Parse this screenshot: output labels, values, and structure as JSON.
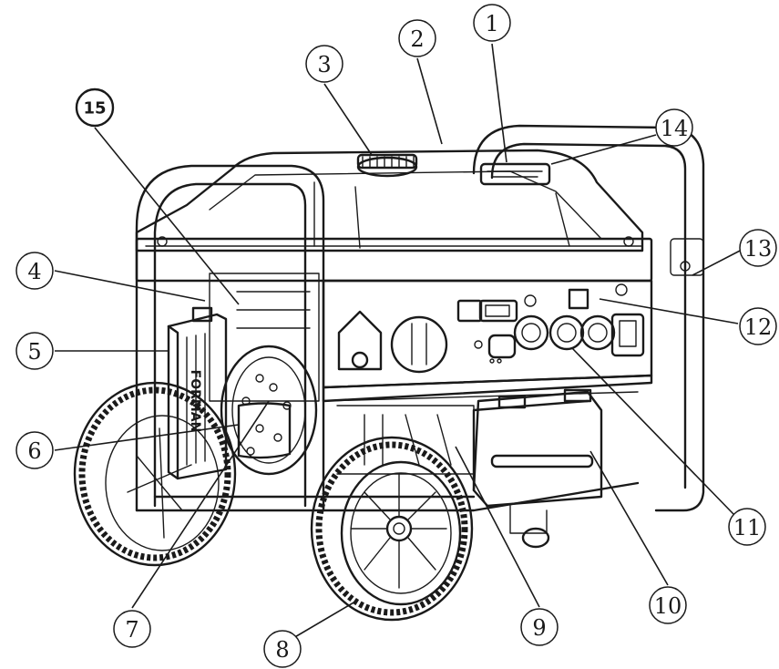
{
  "callouts": [
    {
      "id": 1,
      "label": "1"
    },
    {
      "id": 2,
      "label": "2"
    },
    {
      "id": 3,
      "label": "3"
    },
    {
      "id": 4,
      "label": "4"
    },
    {
      "id": 5,
      "label": "5"
    },
    {
      "id": 6,
      "label": "6"
    },
    {
      "id": 7,
      "label": "7"
    },
    {
      "id": 8,
      "label": "8"
    },
    {
      "id": 9,
      "label": "9"
    },
    {
      "id": 10,
      "label": "10"
    },
    {
      "id": 11,
      "label": "11"
    },
    {
      "id": 12,
      "label": "12"
    },
    {
      "id": 13,
      "label": "13"
    },
    {
      "id": 14,
      "label": "14"
    },
    {
      "id": 15,
      "label": "15"
    }
  ],
  "brand_text": "FORMAN"
}
